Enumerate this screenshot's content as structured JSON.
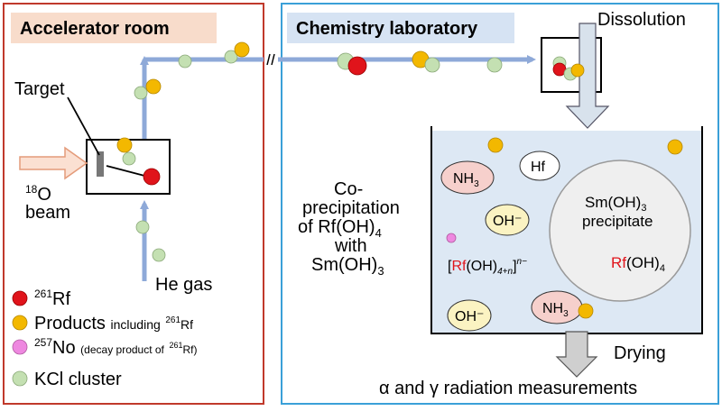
{
  "panels": {
    "accelerator": {
      "title": "Accelerator room"
    },
    "chemistry": {
      "title": "Chemistry laboratory"
    }
  },
  "labels": {
    "target": "Target",
    "beam_sup": "18",
    "beam_main": "O",
    "beam_line2": "beam",
    "he_gas": "He gas",
    "dissolution": "Dissolution",
    "drying": "Drying",
    "radiation": "α and γ radiation measurements",
    "coprecip": {
      "line1": "Co-",
      "line2": "precipitation",
      "line3_a": "of Rf(OH)",
      "line3_sub": "4",
      "line4": "with",
      "line5_a": "Sm(OH)",
      "line5_sub": "3"
    },
    "precipitate": {
      "line1_a": "Sm(OH)",
      "line1_sub": "3",
      "line2": "precipitate",
      "rf_red": "Rf",
      "rf_rest": "(OH)",
      "rf_sub": "4"
    },
    "species": {
      "nh3_a": "NH",
      "nh3_sub": "3",
      "hf": "Hf",
      "oh": "OH⁻",
      "complex_open": "[",
      "complex_rf": "Rf",
      "complex_mid": "(OH)",
      "complex_sub": "4+n",
      "complex_close": "]",
      "complex_sup": "n−"
    }
  },
  "legend": {
    "rf_sup": "261",
    "rf_main": "Rf",
    "products_main": "Products",
    "products_small": "including",
    "products_sup": "261",
    "products_tail": "Rf",
    "no_sup": "257",
    "no_main": "No",
    "no_small": "(decay product of",
    "no_small_sup": "261",
    "no_small_tail": "Rf)",
    "kcl": "KCl cluster"
  },
  "colors": {
    "panel_left_border": "#c0392b",
    "panel_right_border": "#3aa0d8",
    "title_left_bg": "#f8dccb",
    "title_right_bg": "#d6e3f3",
    "pipe": "#8ea9d8",
    "rf": "#e0141b",
    "products": "#f3b800",
    "no": "#ee88e0",
    "kcl": "#c4e0b2",
    "solution": "#dde8f4",
    "nh3_fill": "#f6d0cc",
    "oh_fill": "#fbf3c2"
  },
  "icons": [
    "red-dot-icon",
    "yellow-dot-icon",
    "pink-dot-icon",
    "green-dot-icon"
  ]
}
